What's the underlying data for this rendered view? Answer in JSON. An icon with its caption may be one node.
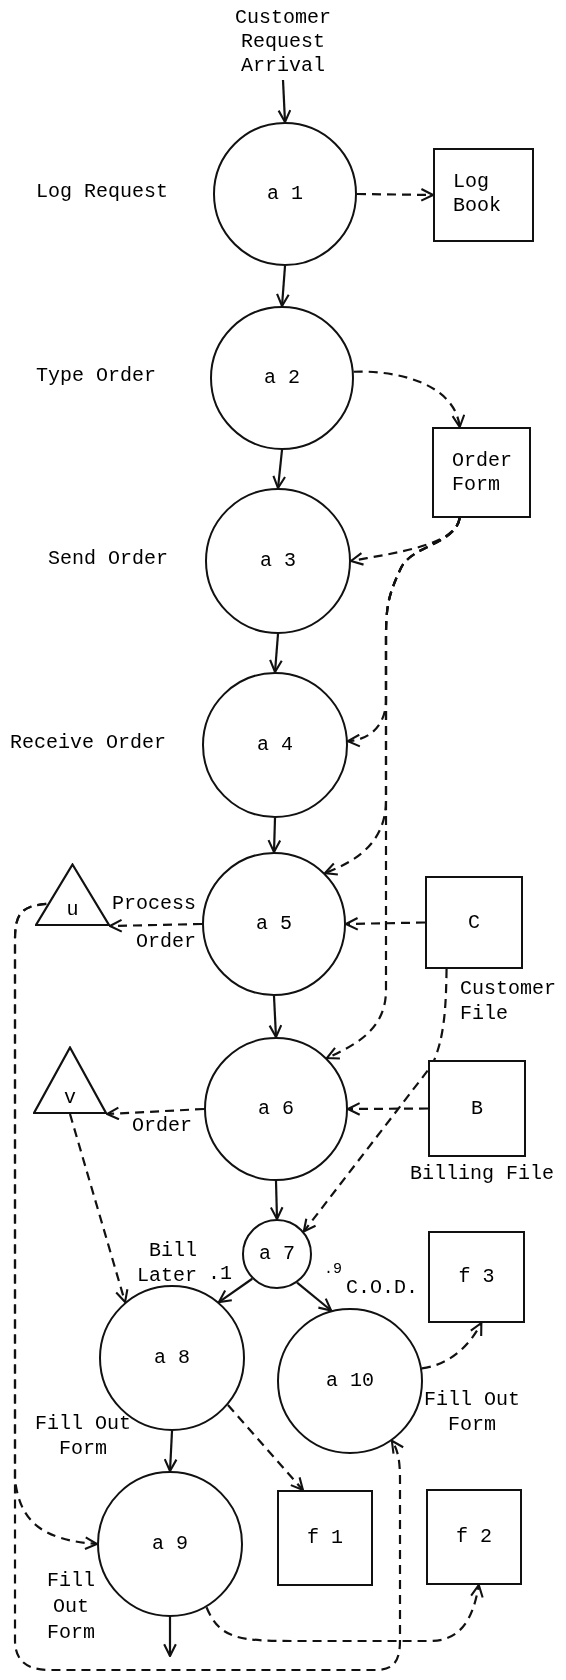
{
  "diagram": {
    "nodes": [
      {
        "text": [
          "Customer Request Arrival"
        ]
      },
      {
        "text": [
          "a 1"
        ],
        "beside": [
          "Log Request"
        ]
      },
      {
        "text": [
          "Log Book"
        ]
      },
      {
        "text": [
          "a 2"
        ],
        "beside": [
          "Type Order"
        ]
      },
      {
        "text": [
          "Order Form"
        ]
      },
      {
        "text": [
          "a 3"
        ],
        "beside": [
          "Send Order"
        ]
      },
      {
        "text": [
          "a 4"
        ],
        "beside": [
          "Receive Order"
        ]
      },
      {
        "text": [
          "u"
        ]
      },
      {
        "text": [
          "a 5"
        ],
        "beside": [
          "Process Order"
        ]
      },
      {
        "text": [
          "C"
        ],
        "beside": [
          "Customer File"
        ]
      },
      {
        "text": [
          "v"
        ]
      },
      {
        "text": [
          "a 6"
        ],
        "beside": [
          "Order"
        ]
      },
      {
        "text": [
          "B"
        ],
        "beside": [
          "Billing File"
        ]
      },
      {
        "text": [
          "a 7"
        ]
      },
      {
        "text": [
          "a 8"
        ],
        "beside": [
          "Bill Later",
          "Fill Out Form"
        ]
      },
      {
        "text": [
          "a 10"
        ],
        "beside": [
          "C.O.D.",
          "Fill Out Form"
        ]
      },
      {
        "text": [
          "f 3"
        ]
      },
      {
        "text": [
          "a 9"
        ],
        "beside": [
          "Fill Out Form"
        ]
      },
      {
        "text": [
          "f 1"
        ]
      },
      {
        "text": [
          "f 2"
        ]
      }
    ],
    "edges": [
      {
        "from": 0,
        "to": 1,
        "arrow": "to"
      },
      {
        "from": 1,
        "to": 2,
        "arrow": "to",
        "style": "dashed"
      },
      {
        "from": 1,
        "to": 3,
        "arrow": "to"
      },
      {
        "from": 3,
        "to": 4,
        "arrow": "to",
        "style": "dashed"
      },
      {
        "from": 4,
        "to": 5,
        "arrow": "to",
        "style": "dashed"
      },
      {
        "from": 3,
        "to": 5,
        "arrow": "to"
      },
      {
        "from": 5,
        "to": 6,
        "arrow": "to"
      },
      {
        "from": 4,
        "to": 6,
        "arrow": "to",
        "style": "dashed"
      },
      {
        "from": 6,
        "to": 8,
        "arrow": "to"
      },
      {
        "from": 4,
        "to": 8,
        "arrow": "to",
        "style": "dashed"
      },
      {
        "from": 8,
        "to": 7,
        "arrow": "to",
        "style": "dashed"
      },
      {
        "from": 9,
        "to": 8,
        "arrow": "to",
        "style": "dashed"
      },
      {
        "from": 8,
        "to": 11,
        "arrow": "to"
      },
      {
        "from": 4,
        "to": 11,
        "arrow": "to",
        "style": "dashed"
      },
      {
        "from": 11,
        "to": 10,
        "arrow": "to",
        "style": "dashed"
      },
      {
        "from": 12,
        "to": 11,
        "arrow": "to",
        "style": "dashed"
      },
      {
        "from": 9,
        "to": 13,
        "arrow": "to",
        "style": "dashed"
      },
      {
        "from": 11,
        "to": 13,
        "arrow": "to"
      },
      {
        "from": 13,
        "to": 14,
        "arrow": "to",
        "label": ".1"
      },
      {
        "from": 13,
        "to": 15,
        "arrow": "to",
        "label": ".9"
      },
      {
        "from": 15,
        "to": 16,
        "arrow": "to",
        "style": "dashed"
      },
      {
        "from": 10,
        "to": 14,
        "arrow": "to",
        "style": "dashed"
      },
      {
        "from": 14,
        "to": 18,
        "arrow": "to",
        "style": "dashed"
      },
      {
        "from": 14,
        "to": 17,
        "arrow": "to"
      },
      {
        "from": 7,
        "to": 17,
        "arrow": "to",
        "style": "dashed"
      },
      {
        "from": 7,
        "to": 15,
        "arrow": "to",
        "style": "dashed"
      },
      {
        "from": 17,
        "to": null,
        "arrow": "to"
      },
      {
        "from": 17,
        "to": 19,
        "arrow": "to",
        "style": "dashed"
      }
    ]
  }
}
